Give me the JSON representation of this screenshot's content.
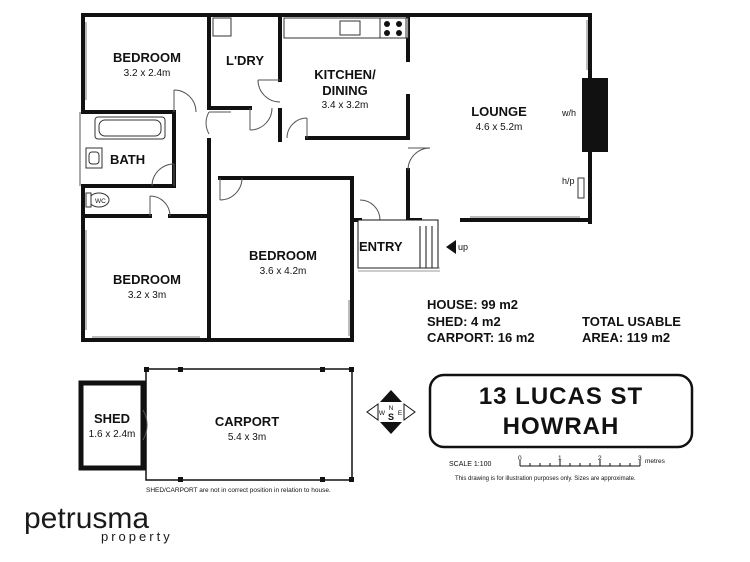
{
  "rooms": {
    "bedroom1": {
      "name": "BEDROOM",
      "dim": "3.2 x 2.4m"
    },
    "laundry": {
      "name": "L'DRY"
    },
    "kitchen": {
      "name1": "KITCHEN/",
      "name2": "DINING",
      "dim": "3.4 x 3.2m"
    },
    "lounge": {
      "name": "LOUNGE",
      "dim": "4.6 x 5.2m"
    },
    "bath": {
      "name": "BATH"
    },
    "wc": {
      "name": "WC"
    },
    "bedroom2": {
      "name": "BEDROOM",
      "dim": "3.6 x 4.2m"
    },
    "bedroom3": {
      "name": "BEDROOM",
      "dim": "3.2 x 3m"
    },
    "entry": {
      "name": "ENTRY"
    },
    "shed": {
      "name": "SHED",
      "dim": "1.6 x 2.4m"
    },
    "carport": {
      "name": "CARPORT",
      "dim": "5.4 x 3m"
    }
  },
  "fixtures": {
    "wood_heater": "w/h",
    "heat_pump": "h/p",
    "stairs": "up"
  },
  "areas": {
    "house": "HOUSE: 99 m2",
    "shed": "SHED: 4 m2",
    "carport": "CARPORT: 16 m2",
    "total1": "TOTAL USABLE",
    "total2": "AREA: 119 m2"
  },
  "compass": {
    "n": "N",
    "s": "S",
    "e": "E",
    "w": "W"
  },
  "address": {
    "line1": "13 LUCAS ST",
    "line2": "HOWRAH"
  },
  "scale": {
    "label": "SCALE 1:100",
    "ticks": [
      "0",
      "1",
      "2",
      "3"
    ],
    "unit": "metres",
    "disclaimer": "This drawing is for illustration purposes only. Sizes are approximate."
  },
  "note": "SHED/CARPORT are not in correct position in relation to house.",
  "brand": {
    "name": "petrusma",
    "sub": "property"
  }
}
